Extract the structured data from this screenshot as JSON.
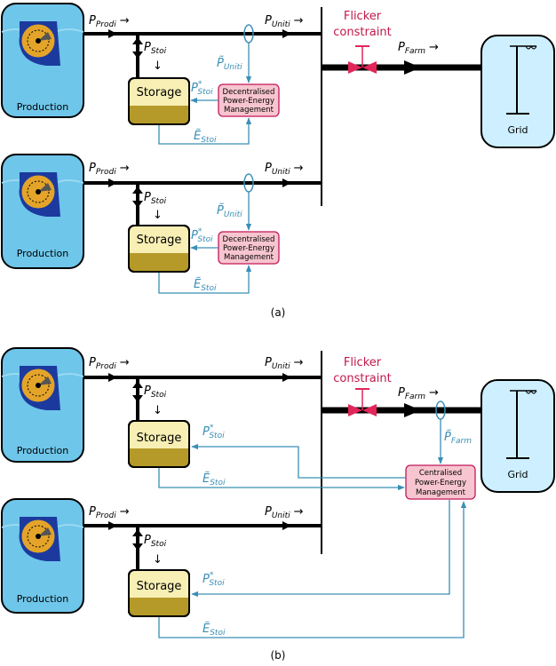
{
  "labels": {
    "production": "Production",
    "storage": "Storage",
    "grid": "Grid",
    "flicker_line1": "Flicker",
    "flicker_line2": "constraint",
    "decentral_line1": "Decentralised",
    "decentral_line2": "Power-Energy",
    "decentral_line3": "Management",
    "central_line1": "Centralised",
    "central_line2": "Power-Energy",
    "central_line3": "Management",
    "caption_a": "(a)",
    "caption_b": "(b)"
  },
  "symbols": {
    "P": "P",
    "prod_sub": "Prodi",
    "unit_sub": "Uniti",
    "sto_sub": "Stoi",
    "farm_sub": "Farm",
    "star": "*",
    "arrow_right": "→",
    "arrow_down": "↓",
    "E_tilde": "Ẽ",
    "P_tilde": "P̃"
  },
  "colors": {
    "production_fill": "#6ec6ea",
    "water_wave": "#9ad9f3",
    "storage_fill": "#f7efb4",
    "storage_dark": "#b59a2a",
    "mgmt_fill": "#f7c5cf",
    "mgmt_stroke": "#c2185b",
    "flicker_red": "#e2265a",
    "signal_blue": "#3a8fb5",
    "grid_fill": "#cdefff",
    "turbine_orange": "#e3a429",
    "turbine_blue": "#1c3a9e"
  }
}
